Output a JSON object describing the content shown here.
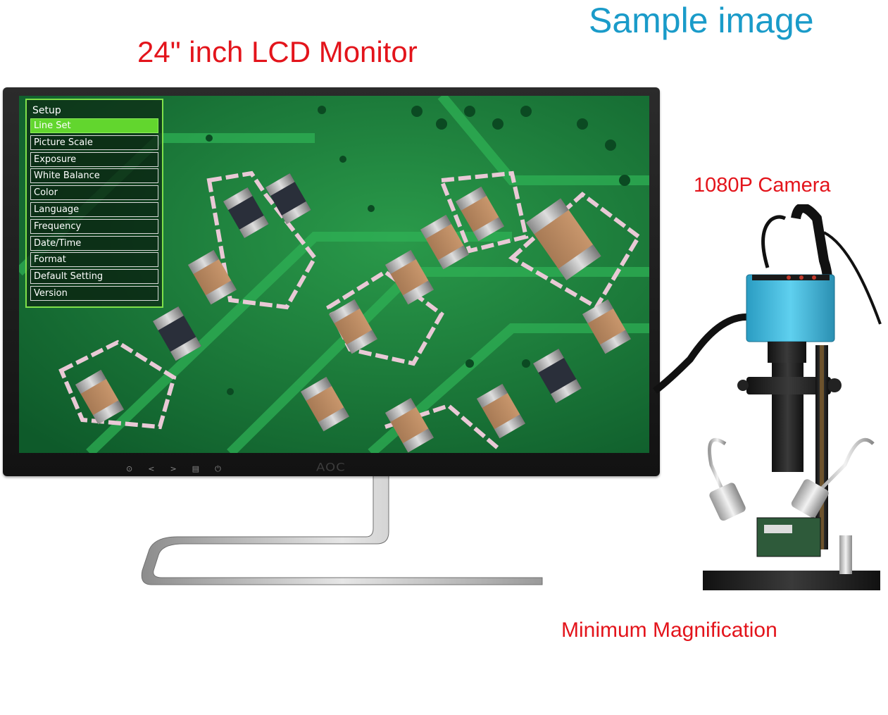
{
  "captions": {
    "sample": "Sample image",
    "monitor": "24\" inch LCD Monitor",
    "camera": "1080P Camera",
    "magnification": "Minimum Magnification"
  },
  "osd_menu": {
    "title": "Setup",
    "items": [
      {
        "label": "Line Set",
        "selected": true
      },
      {
        "label": "Picture Scale",
        "selected": false
      },
      {
        "label": "Exposure",
        "selected": false
      },
      {
        "label": "White Balance",
        "selected": false
      },
      {
        "label": "Color",
        "selected": false
      },
      {
        "label": "Language",
        "selected": false
      },
      {
        "label": "Frequency",
        "selected": false
      },
      {
        "label": "Date/Time",
        "selected": false
      },
      {
        "label": "Format",
        "selected": false
      },
      {
        "label": "Default Setting",
        "selected": false
      },
      {
        "label": "Version",
        "selected": false
      }
    ]
  },
  "monitor": {
    "brand_logo": "AOC",
    "controls": [
      {
        "icon": "source-icon",
        "glyph": "⊙"
      },
      {
        "icon": "chevron-left-icon",
        "glyph": "<"
      },
      {
        "icon": "chevron-right-icon",
        "glyph": ">"
      },
      {
        "icon": "menu-icon",
        "glyph": "▤"
      },
      {
        "icon": "power-icon",
        "glyph": "⏻"
      }
    ]
  },
  "colors": {
    "caption_red": "#e3141b",
    "caption_blue": "#1a9bc9",
    "pcb_green": "#1f7a3a",
    "osd_highlight": "#62d62e",
    "camera_body": "#3ab5d8"
  }
}
